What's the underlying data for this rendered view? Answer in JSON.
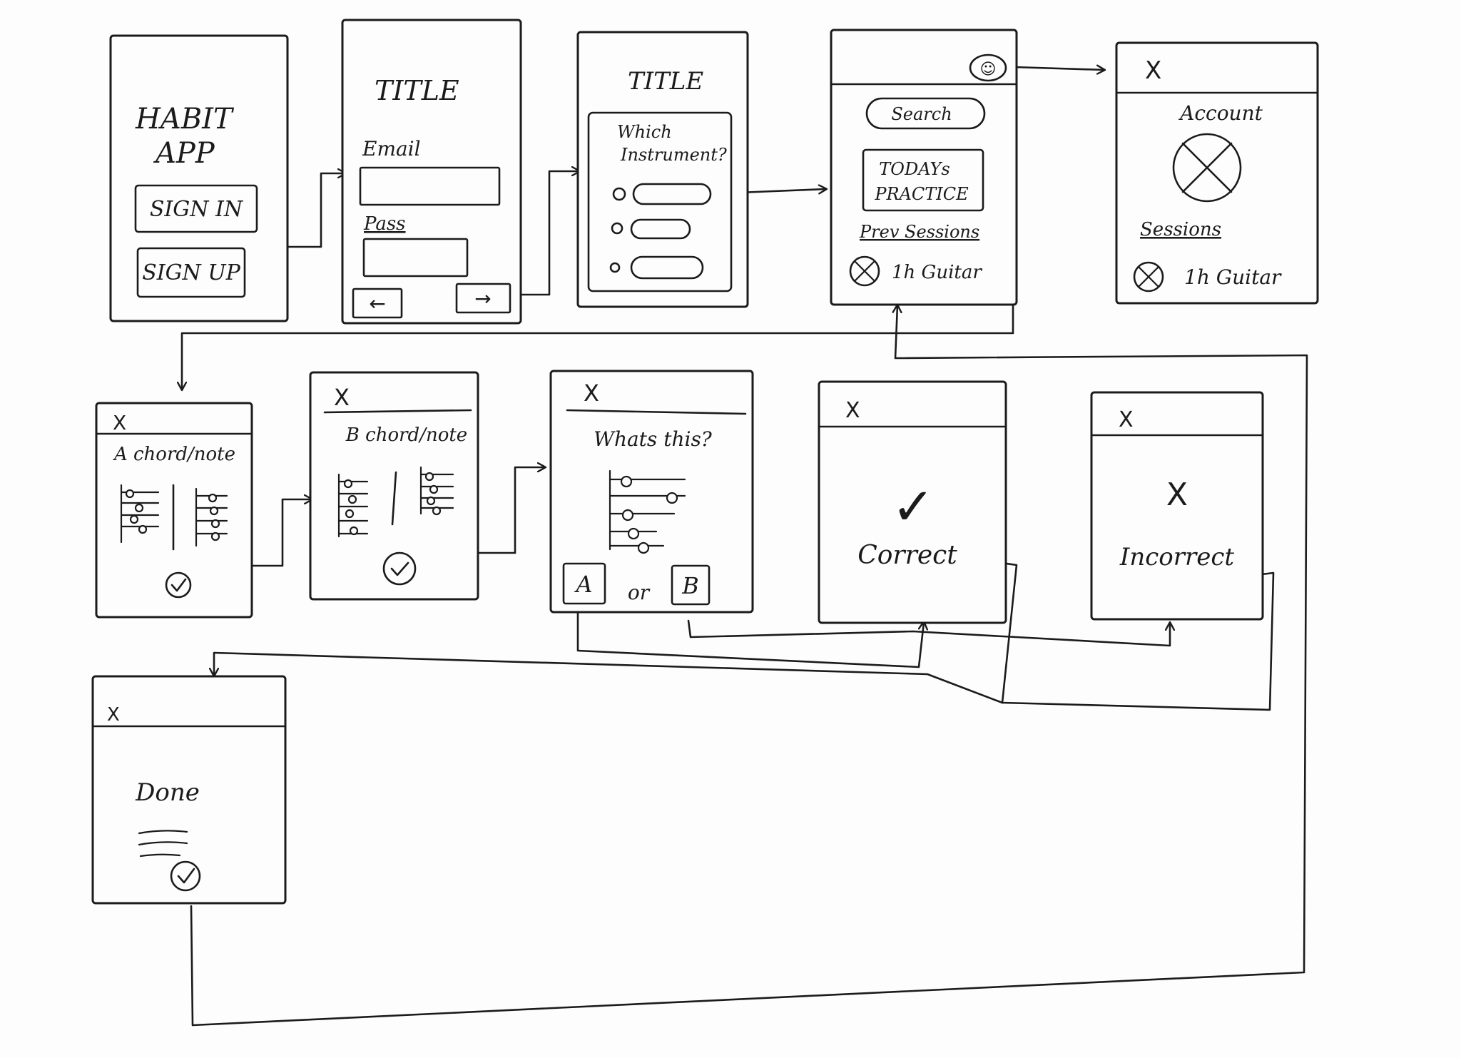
{
  "screens": {
    "splash": {
      "title_line1": "HABIT",
      "title_line2": "APP",
      "signin_label": "SIGN IN",
      "signup_label": "SIGN UP"
    },
    "login": {
      "title": "TITLE",
      "email_label": "Email",
      "pass_label": "Pass",
      "back_glyph": "←",
      "next_glyph": "→"
    },
    "instrument": {
      "title": "TITLE",
      "question_line1": "Which",
      "question_line2": "Instrument?"
    },
    "home": {
      "avatar_glyph": "☺",
      "search_label": "Search",
      "today_line1": "TODAYs",
      "today_line2": "PRACTICE",
      "prev_label": "Prev Sessions",
      "session_label": "1h Guitar"
    },
    "account": {
      "close_glyph": "X",
      "title": "Account",
      "sessions_label": "Sessions",
      "session_label": "1h Guitar"
    },
    "lesson_a": {
      "close_glyph": "X",
      "title": "A chord/note"
    },
    "lesson_b": {
      "close_glyph": "X",
      "title": "B chord/note"
    },
    "quiz": {
      "close_glyph": "X",
      "question": "Whats this?",
      "option_a": "A",
      "or_label": "or",
      "option_b": "B"
    },
    "correct": {
      "close_glyph": "X",
      "mark": "✓",
      "label": "Correct"
    },
    "incorrect": {
      "close_glyph": "X",
      "mark": "X",
      "label": "Incorrect"
    },
    "done": {
      "close_glyph": "X",
      "label": "Done"
    }
  }
}
